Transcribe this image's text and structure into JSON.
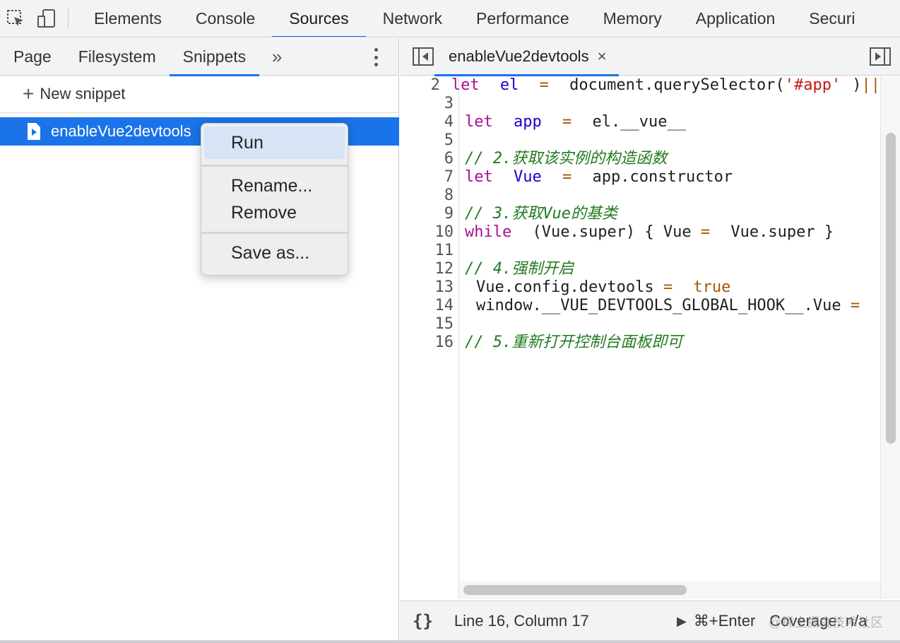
{
  "toolbar": {
    "inspect_icon": "element-picker-icon",
    "device_icon": "device-toggle-icon"
  },
  "top_tabs": [
    {
      "label": "Elements",
      "active": false
    },
    {
      "label": "Console",
      "active": false
    },
    {
      "label": "Sources",
      "active": true
    },
    {
      "label": "Network",
      "active": false
    },
    {
      "label": "Performance",
      "active": false
    },
    {
      "label": "Memory",
      "active": false
    },
    {
      "label": "Application",
      "active": false
    },
    {
      "label": "Securi",
      "active": false
    }
  ],
  "navigator": {
    "tabs": [
      {
        "label": "Page",
        "active": false
      },
      {
        "label": "Filesystem",
        "active": false
      },
      {
        "label": "Snippets",
        "active": true
      }
    ],
    "more_label": "»",
    "new_snippet": {
      "plus": "+",
      "label": "New snippet"
    },
    "snippets": [
      {
        "name": "enableVue2devtools",
        "selected": true
      }
    ]
  },
  "context_menu": {
    "items": [
      "Run",
      "Rename...",
      "Remove",
      "Save as..."
    ]
  },
  "editor": {
    "open_file": "enableVue2devtools",
    "close_glyph": "×",
    "lines": [
      {
        "n": "2",
        "parts": [
          [
            "kw",
            "let"
          ],
          [
            "txt",
            " "
          ],
          [
            "var",
            "el"
          ],
          [
            "txt",
            " "
          ],
          [
            "op",
            "="
          ],
          [
            "txt",
            " document.querySelector("
          ],
          [
            "str",
            "'#app'"
          ],
          [
            "txt",
            ")"
          ],
          [
            "op",
            "||"
          ]
        ]
      },
      {
        "n": "3",
        "parts": []
      },
      {
        "n": "4",
        "parts": [
          [
            "kw",
            "let"
          ],
          [
            "txt",
            " "
          ],
          [
            "var",
            "app"
          ],
          [
            "txt",
            " "
          ],
          [
            "op",
            "="
          ],
          [
            "txt",
            " el.__vue__"
          ]
        ]
      },
      {
        "n": "5",
        "parts": []
      },
      {
        "n": "6",
        "parts": [
          [
            "cmt",
            "// 2.获取该实例的构造函数"
          ]
        ]
      },
      {
        "n": "7",
        "parts": [
          [
            "kw",
            "let"
          ],
          [
            "txt",
            " "
          ],
          [
            "var",
            "Vue"
          ],
          [
            "txt",
            " "
          ],
          [
            "op",
            "="
          ],
          [
            "txt",
            " app.constructor"
          ]
        ]
      },
      {
        "n": "8",
        "parts": []
      },
      {
        "n": "9",
        "parts": [
          [
            "cmt",
            "// 3.获取Vue的基类"
          ]
        ]
      },
      {
        "n": "10",
        "parts": [
          [
            "kw",
            "while"
          ],
          [
            "txt",
            " (Vue.super) { Vue "
          ],
          [
            "op",
            "="
          ],
          [
            "txt",
            " Vue.super }"
          ]
        ]
      },
      {
        "n": "11",
        "parts": []
      },
      {
        "n": "12",
        "parts": [
          [
            "cmt",
            "// 4.强制开启"
          ]
        ]
      },
      {
        "n": "13",
        "parts": [
          [
            "txt",
            "Vue.config.devtools "
          ],
          [
            "op",
            "="
          ],
          [
            "txt",
            " "
          ],
          [
            "bool",
            "true"
          ]
        ]
      },
      {
        "n": "14",
        "parts": [
          [
            "txt",
            "window.__VUE_DEVTOOLS_GLOBAL_HOOK__.Vue "
          ],
          [
            "op",
            "="
          ]
        ]
      },
      {
        "n": "15",
        "parts": []
      },
      {
        "n": "16",
        "parts": [
          [
            "cmt",
            "// 5.重新打开控制台面板即可"
          ]
        ]
      }
    ]
  },
  "status": {
    "pretty_print": "{}",
    "cursor": "Line 16, Column 17",
    "run_glyph": "▶",
    "run_shortcut": "⌘+Enter",
    "coverage": "Coverage: n/a",
    "watermark": "@稀土掘金技术社区"
  },
  "colors": {
    "accent": "#1a73e8",
    "keyword": "#aa0d91",
    "variable": "#1c00cf",
    "string": "#c41a16",
    "comment": "#217a21"
  }
}
